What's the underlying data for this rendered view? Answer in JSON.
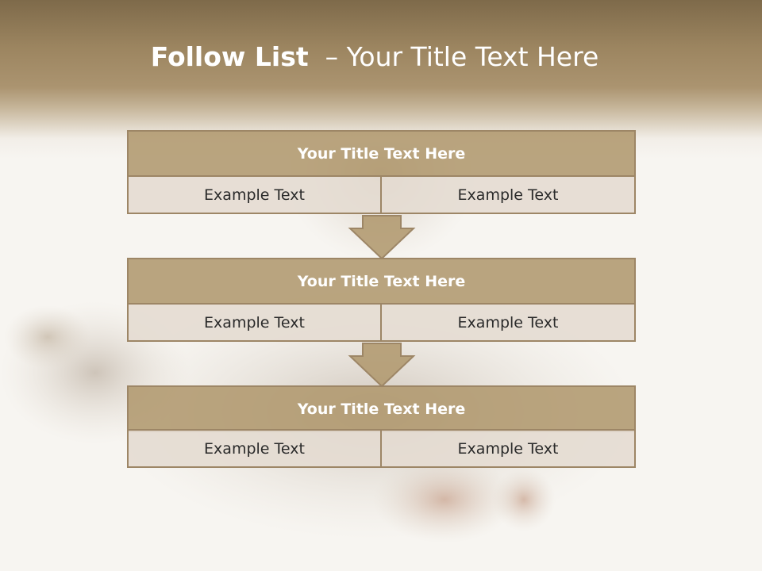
{
  "slide": {
    "title_bold": "Follow List",
    "title_rest": "– Your Title Text Here",
    "accent_color": "#b0986e",
    "banner_color": "#7e6a4a"
  },
  "blocks": [
    {
      "title": "Your Title Text Here",
      "left_text": "Example Text",
      "right_text": "Example Text"
    },
    {
      "title": "Your Title Text Here",
      "left_text": "Example Text",
      "right_text": "Example Text"
    },
    {
      "title": "Your Title Text Here",
      "left_text": "Example Text",
      "right_text": "Example Text"
    }
  ]
}
